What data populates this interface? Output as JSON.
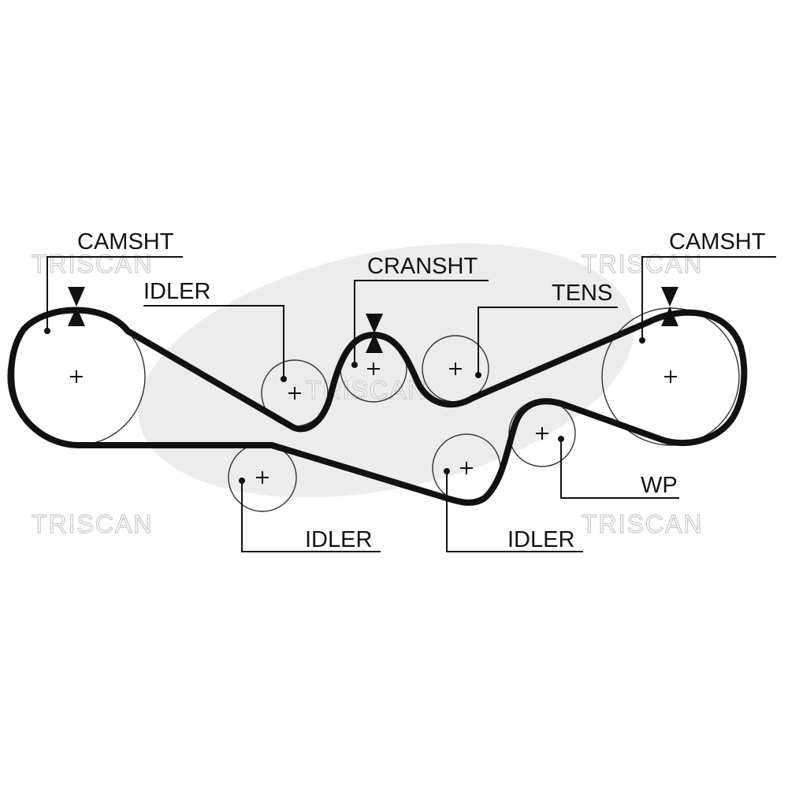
{
  "labels": {
    "camsht_left": "CAMSHT",
    "camsht_right": "CAMSHT",
    "idler_top": "IDLER",
    "cransht": "CRANSHT",
    "tens": "TENS",
    "idler_bottom_left": "IDLER",
    "idler_bottom_right": "IDLER",
    "wp": "WP"
  },
  "watermarks": {
    "top_left": "TRISCAN",
    "top_right": "TRISCAN",
    "center": "TRISCAN",
    "bottom_left": "TRISCAN",
    "bottom_right": "TRISCAN"
  },
  "colors": {
    "belt": "#111111",
    "pulley_outline": "#333333",
    "watermark_outline": "#c9c9c9",
    "logo_shape": "#ececec"
  }
}
